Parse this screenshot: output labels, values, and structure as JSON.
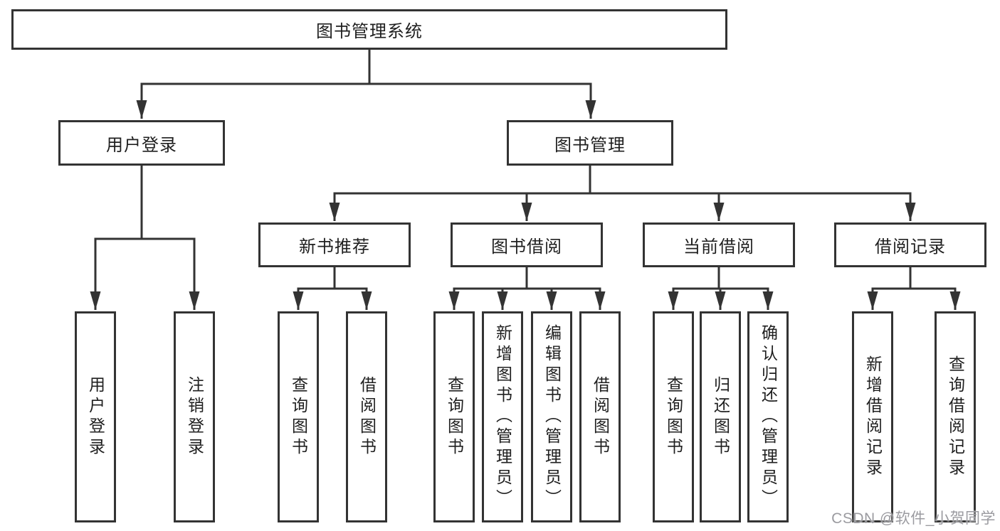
{
  "diagram_title": "图书管理系统",
  "colors": {
    "line": "#333333",
    "border": "#333333",
    "text": "#1f1f1f",
    "box_background": "#ffffff",
    "page_background": "#ffffff",
    "watermark": "#9b9ba0"
  },
  "nodes": {
    "root": {
      "label": "图书管理系统"
    },
    "user_login": {
      "label": "用户登录"
    },
    "book_management": {
      "label": "图书管理"
    },
    "new_book_recommend": {
      "label": "新书推荐"
    },
    "book_borrow": {
      "label": "图书借阅"
    },
    "current_borrow": {
      "label": "当前借阅"
    },
    "borrow_records": {
      "label": "借阅记录"
    },
    "leaf_user_login": {
      "label": "用户登录"
    },
    "leaf_logout": {
      "label": "注销登录"
    },
    "leaf_query_book_recommend": {
      "label": "查询图书"
    },
    "leaf_borrow_book_recommend": {
      "label": "借阅图书"
    },
    "leaf_query_book_borrow": {
      "label": "查询图书"
    },
    "leaf_add_book_admin": {
      "label": "新增图书（管理员）"
    },
    "leaf_edit_book_admin": {
      "label": "编辑图书（管理员）"
    },
    "leaf_borrow_book_borrow": {
      "label": "借阅图书"
    },
    "leaf_query_book_current": {
      "label": "查询图书"
    },
    "leaf_return_book": {
      "label": "归还图书"
    },
    "leaf_confirm_return_admin": {
      "label": "确认归还（管理员）"
    },
    "leaf_add_borrow_record": {
      "label": "新增借阅记录"
    },
    "leaf_query_borrow_record": {
      "label": "查询借阅记录"
    }
  },
  "watermark": {
    "text": "CSDN @软件_小贺同学"
  }
}
